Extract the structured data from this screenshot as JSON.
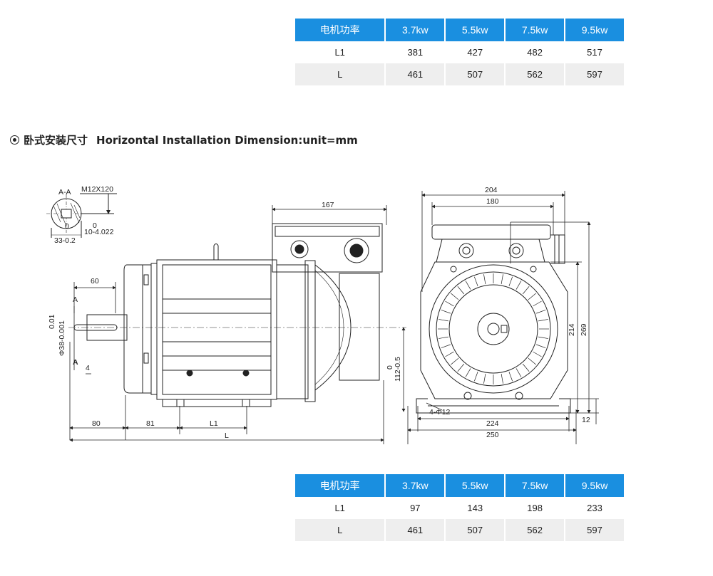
{
  "top_table": {
    "header": [
      "电机功率",
      "3.7kw",
      "5.5kw",
      "7.5kw",
      "9.5kw"
    ],
    "rows": [
      [
        "L1",
        "381",
        "427",
        "482",
        "517"
      ],
      [
        "L",
        "461",
        "507",
        "562",
        "597"
      ]
    ]
  },
  "heading": {
    "cn": "卧式安装尺寸",
    "en": "Horizontal Installation Dimension:unit=mm"
  },
  "dims": {
    "section_label": "A-A",
    "thread": "M12X120",
    "key_width": "10-4.022",
    "key_width_upper": "0",
    "shaft_key_depth": "33-0.2",
    "shaft_key_depth_upper": "0",
    "shaft_length": "60",
    "shaft_dia": "Φ38-0.001",
    "shaft_dia_upper": "0.01",
    "section_mark_a": "A",
    "key_offset": "4",
    "width_167": "167",
    "height_center": "112-0.5",
    "height_center_upper": "0",
    "d80": "80",
    "d81": "81",
    "l1": "L1",
    "l": "L",
    "d204": "204",
    "d180": "180",
    "d214": "214",
    "d269": "269",
    "holes": "4-Φ12",
    "d224": "224",
    "d250": "250",
    "d12": "12"
  },
  "bottom_table": {
    "header": [
      "电机功率",
      "3.7kw",
      "5.5kw",
      "7.5kw",
      "9.5kw"
    ],
    "rows": [
      [
        "L1",
        "97",
        "143",
        "198",
        "233"
      ],
      [
        "L",
        "461",
        "507",
        "562",
        "597"
      ]
    ]
  }
}
